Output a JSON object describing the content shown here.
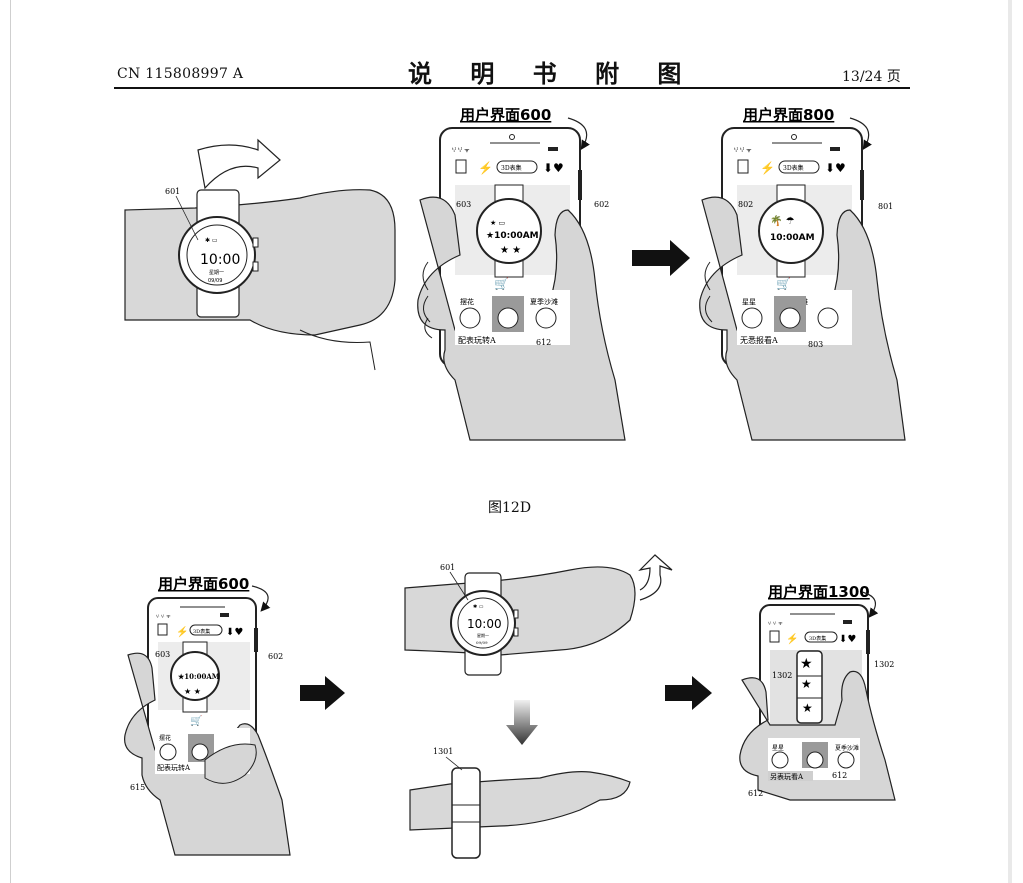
{
  "header": {
    "publication_number": "CN 115808997 A",
    "title": "说 明 书 附 图",
    "page": "13/24 页"
  },
  "figure": {
    "caption": "图12D",
    "ui_labels": {
      "ui_600_top": "用户界面600",
      "ui_800": "用户界面800",
      "ui_600_bottom": "用户界面600",
      "ui_1300": "用户界面1300"
    },
    "reference_numerals": {
      "r601_top": "601",
      "r601_bottom": "601",
      "r602_top": "602",
      "r602_bottom": "602",
      "r603_top": "603",
      "r603_bottom": "603",
      "r612": "612",
      "r612_b": "612",
      "r802": "802",
      "r801": "801",
      "r803": "803",
      "r1301": "1301",
      "r1302": "1302",
      "r1302b": "1302",
      "r615": "615"
    },
    "watch_face": {
      "time": "10:00",
      "date_line1": "星期一",
      "date_line2": "09/09"
    },
    "phone_screen": {
      "button_3d": "3D表集",
      "banner_a": "配表玩转A",
      "banner_b": "无悉报看A",
      "banner_c": "另表玩看A",
      "tab_1": "摆花",
      "tab_2": "星星",
      "tab_3": "夏季沙滩"
    }
  }
}
